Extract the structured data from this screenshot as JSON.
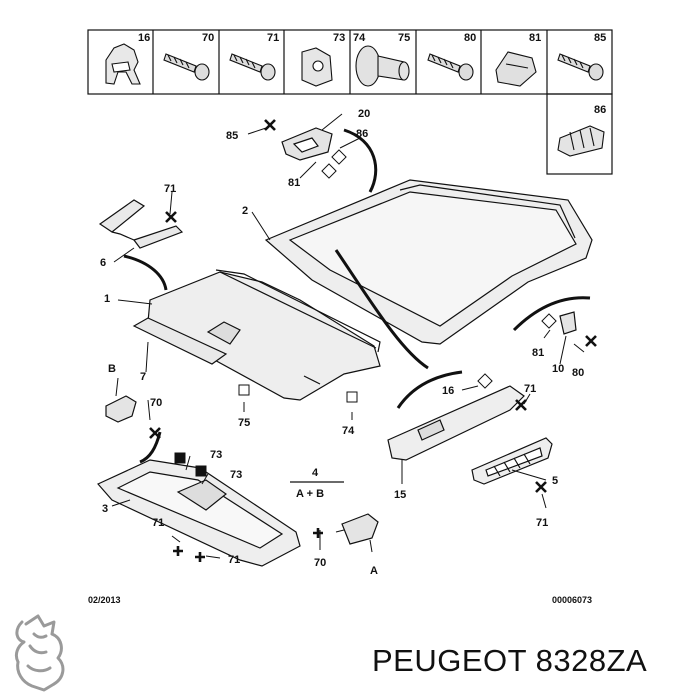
{
  "parts_row": [
    "16",
    "70",
    "71",
    "73",
    "74",
    "75",
    "80",
    "81",
    "85"
  ],
  "extra_part": "86",
  "callouts": {
    "c1": "1",
    "c2": "2",
    "c3": "3",
    "c5": "5",
    "c6": "6",
    "c7": "7",
    "c10": "10",
    "c15": "15",
    "c16": "16",
    "c20": "20",
    "c70a": "70",
    "c70b": "70",
    "c71a": "71",
    "c71b": "71",
    "c71c": "71",
    "c71d": "71",
    "c71e": "71",
    "c73a": "73",
    "c73b": "73",
    "c74": "74",
    "c75": "75",
    "c80": "80",
    "c81a": "81",
    "c81b": "81",
    "c85": "85",
    "c86": "86",
    "cA": "A",
    "cB": "B",
    "c4": "4",
    "c4ab": "A + B"
  },
  "footer": {
    "date": "02/2013",
    "ref": "00006073"
  },
  "brand_caption": "PEUGEOT 8328ZA"
}
